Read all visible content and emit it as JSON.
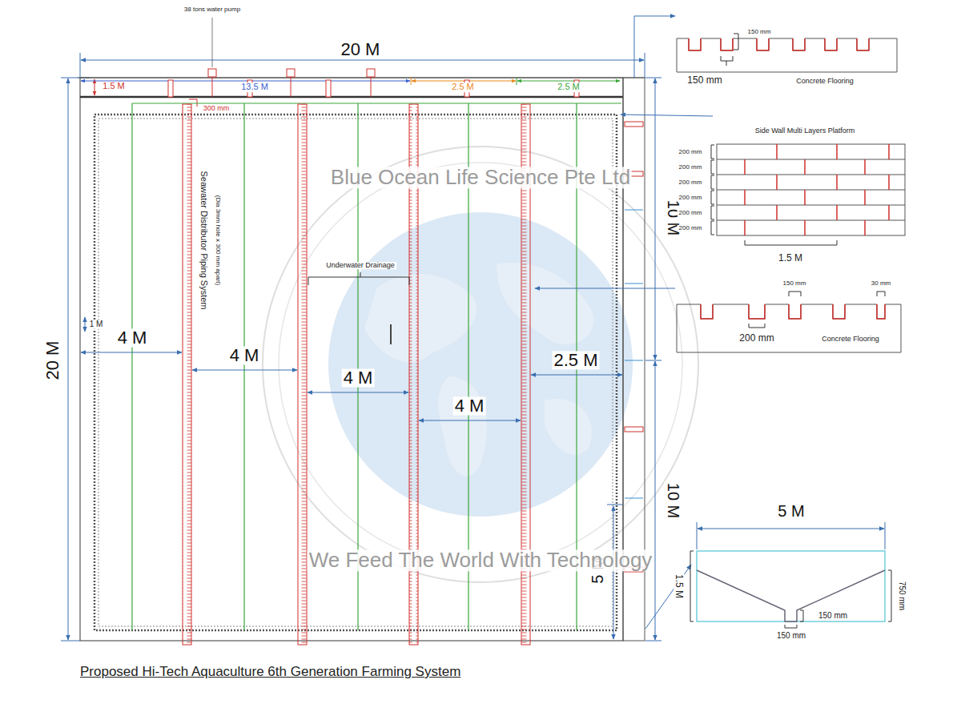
{
  "diagram": {
    "caption": "Proposed Hi-Tech Aquaculture 6th Generation Farming System",
    "labels": [
      "20 M",
      "38 tons water pump",
      "1.5 M",
      "13.5 M",
      "2.5 M",
      "2.5 M",
      "300 mm",
      "Seawater Distributor Piping System",
      "(Dia 3mm hole x 300 mm apart)",
      "1 M",
      "Underwater Drainage",
      "4 M",
      "4 M",
      "4 M",
      "4 M",
      "2.5 M",
      "20 M",
      "10 M",
      "10 M",
      "5 M",
      "150 mm",
      "150 mm",
      "Concrete Flooring",
      "Side Wall Multi Layers Platform",
      "200 mm",
      "200 mm",
      "200 mm",
      "200 mm",
      "200 mm",
      "200 mm",
      "1.5 M",
      "150 mm",
      "30 mm",
      "200 mm",
      "Concrete Flooring",
      "5 M",
      "1.5 M",
      "750 mm",
      "150 mm",
      "150 mm",
      "Blue Ocean Life Science Pte Ltd",
      "We Feed The World With Technology"
    ]
  }
}
